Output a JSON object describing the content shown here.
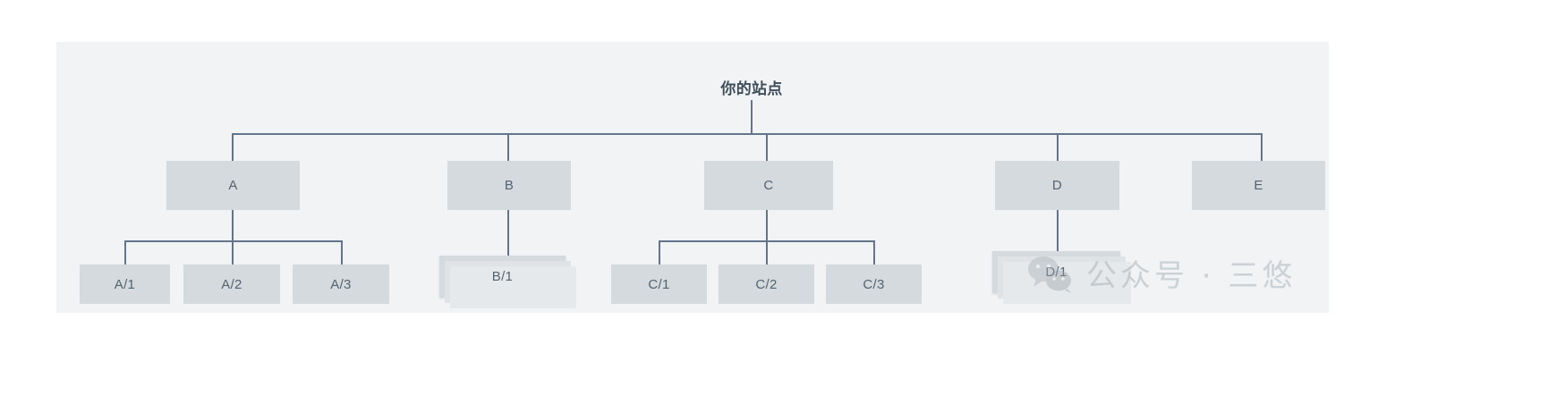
{
  "diagram": {
    "title_node": "你的站点",
    "type": "sitemap-tree",
    "colors": {
      "panel_background": "#f1f3f5",
      "node_fill": "#d4dade",
      "node_text": "#55636f",
      "root_text": "#3f4d5a",
      "connector": "#64748b",
      "watermark": "#9ba3ab"
    },
    "levels": [
      {
        "level": 1,
        "nodes": [
          {
            "label": "A",
            "stacked": false
          },
          {
            "label": "B",
            "stacked": false
          },
          {
            "label": "C",
            "stacked": false
          },
          {
            "label": "D",
            "stacked": false
          },
          {
            "label": "E",
            "stacked": false
          }
        ]
      },
      {
        "level": 2,
        "nodes": [
          {
            "label": "A/1",
            "parent": "A",
            "stacked": false
          },
          {
            "label": "A/2",
            "parent": "A",
            "stacked": false
          },
          {
            "label": "A/3",
            "parent": "A",
            "stacked": false
          },
          {
            "label": "B/1",
            "parent": "B",
            "stacked": true
          },
          {
            "label": "C/1",
            "parent": "C",
            "stacked": false
          },
          {
            "label": "C/2",
            "parent": "C",
            "stacked": false
          },
          {
            "label": "C/3",
            "parent": "C",
            "stacked": false
          },
          {
            "label": "D/1",
            "parent": "D",
            "stacked": true
          }
        ]
      }
    ]
  },
  "watermark": {
    "icon": "wechat-logo",
    "text": "公众号 · 三悠"
  }
}
